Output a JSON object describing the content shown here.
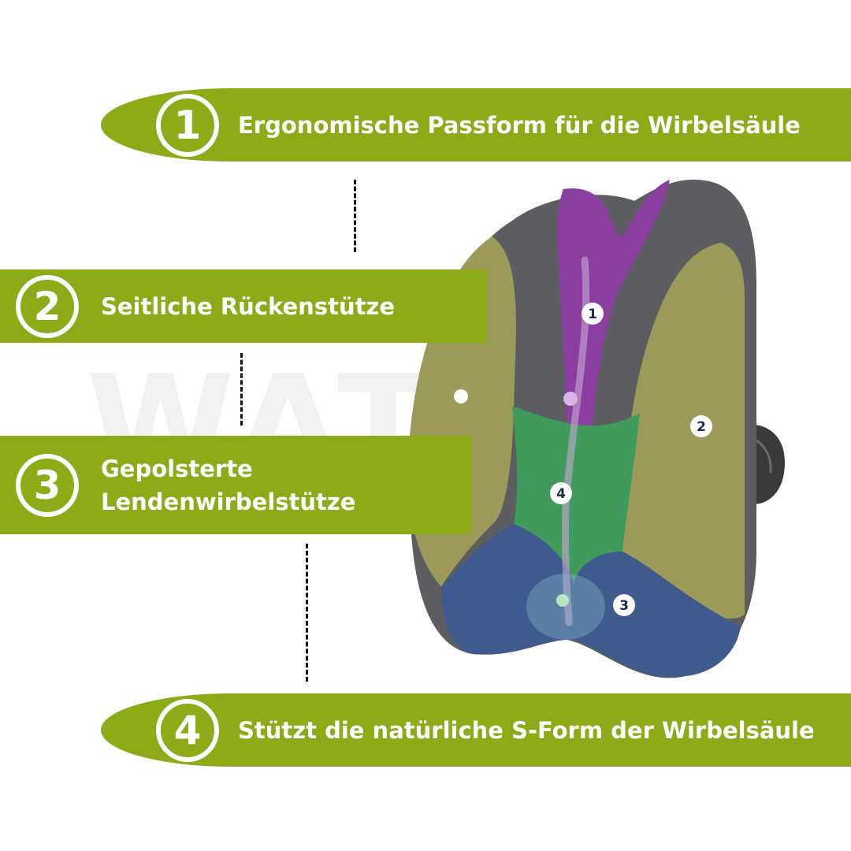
{
  "features": [
    {
      "number": "1",
      "label": "Ergonomische Passform für die Wirbelsäule"
    },
    {
      "number": "2",
      "label": "Seitliche Rückenstütze"
    },
    {
      "number": "3",
      "label": "Gepolsterte Lendenwirbelstütze"
    },
    {
      "number": "4",
      "label": "Stützt die natürliche S-Form der Wirbelsäule"
    }
  ],
  "markers": [
    "1",
    "2",
    "3",
    "4"
  ],
  "watermark": "WAT",
  "colors": {
    "banner": "#8dab17",
    "cushion_gray": "#5c5d60",
    "zone_purple": "#8a3fa0",
    "zone_green": "#3f9a5c",
    "zone_blue": "#3f5a8c",
    "zone_olive": "#9b9a58"
  }
}
